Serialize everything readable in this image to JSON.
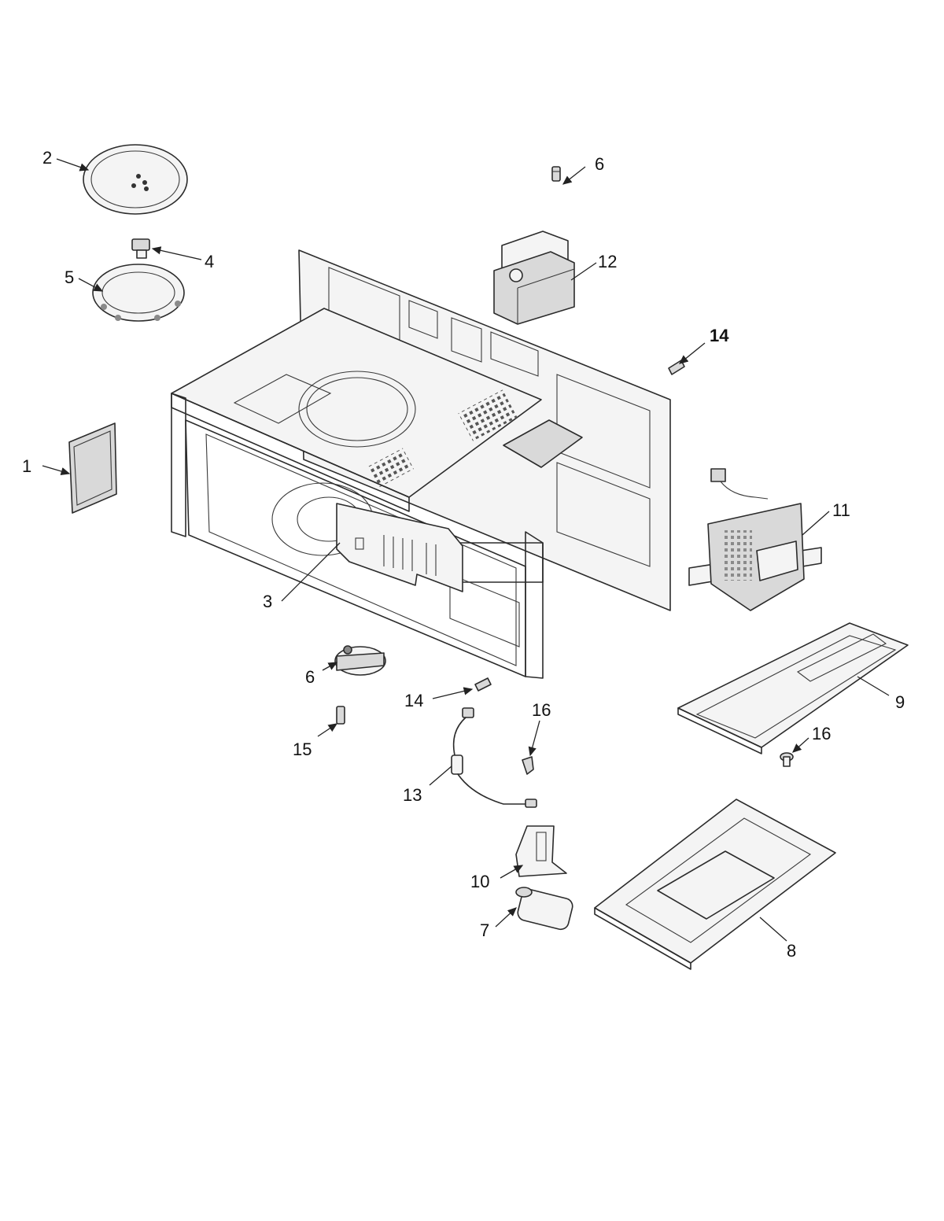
{
  "diagram": {
    "callouts": [
      {
        "id": "1",
        "text": "1"
      },
      {
        "id": "2",
        "text": "2"
      },
      {
        "id": "3",
        "text": "3"
      },
      {
        "id": "4",
        "text": "4"
      },
      {
        "id": "5",
        "text": "5"
      },
      {
        "id": "6a",
        "text": "6"
      },
      {
        "id": "6b",
        "text": "6"
      },
      {
        "id": "7",
        "text": "7"
      },
      {
        "id": "8",
        "text": "8"
      },
      {
        "id": "9",
        "text": "9"
      },
      {
        "id": "10",
        "text": "10"
      },
      {
        "id": "11",
        "text": "11"
      },
      {
        "id": "12",
        "text": "12"
      },
      {
        "id": "13",
        "text": "13"
      },
      {
        "id": "14a",
        "text": "14"
      },
      {
        "id": "14b",
        "text": "14"
      },
      {
        "id": "15",
        "text": "15"
      },
      {
        "id": "16a",
        "text": "16"
      },
      {
        "id": "16b",
        "text": "16"
      }
    ]
  }
}
